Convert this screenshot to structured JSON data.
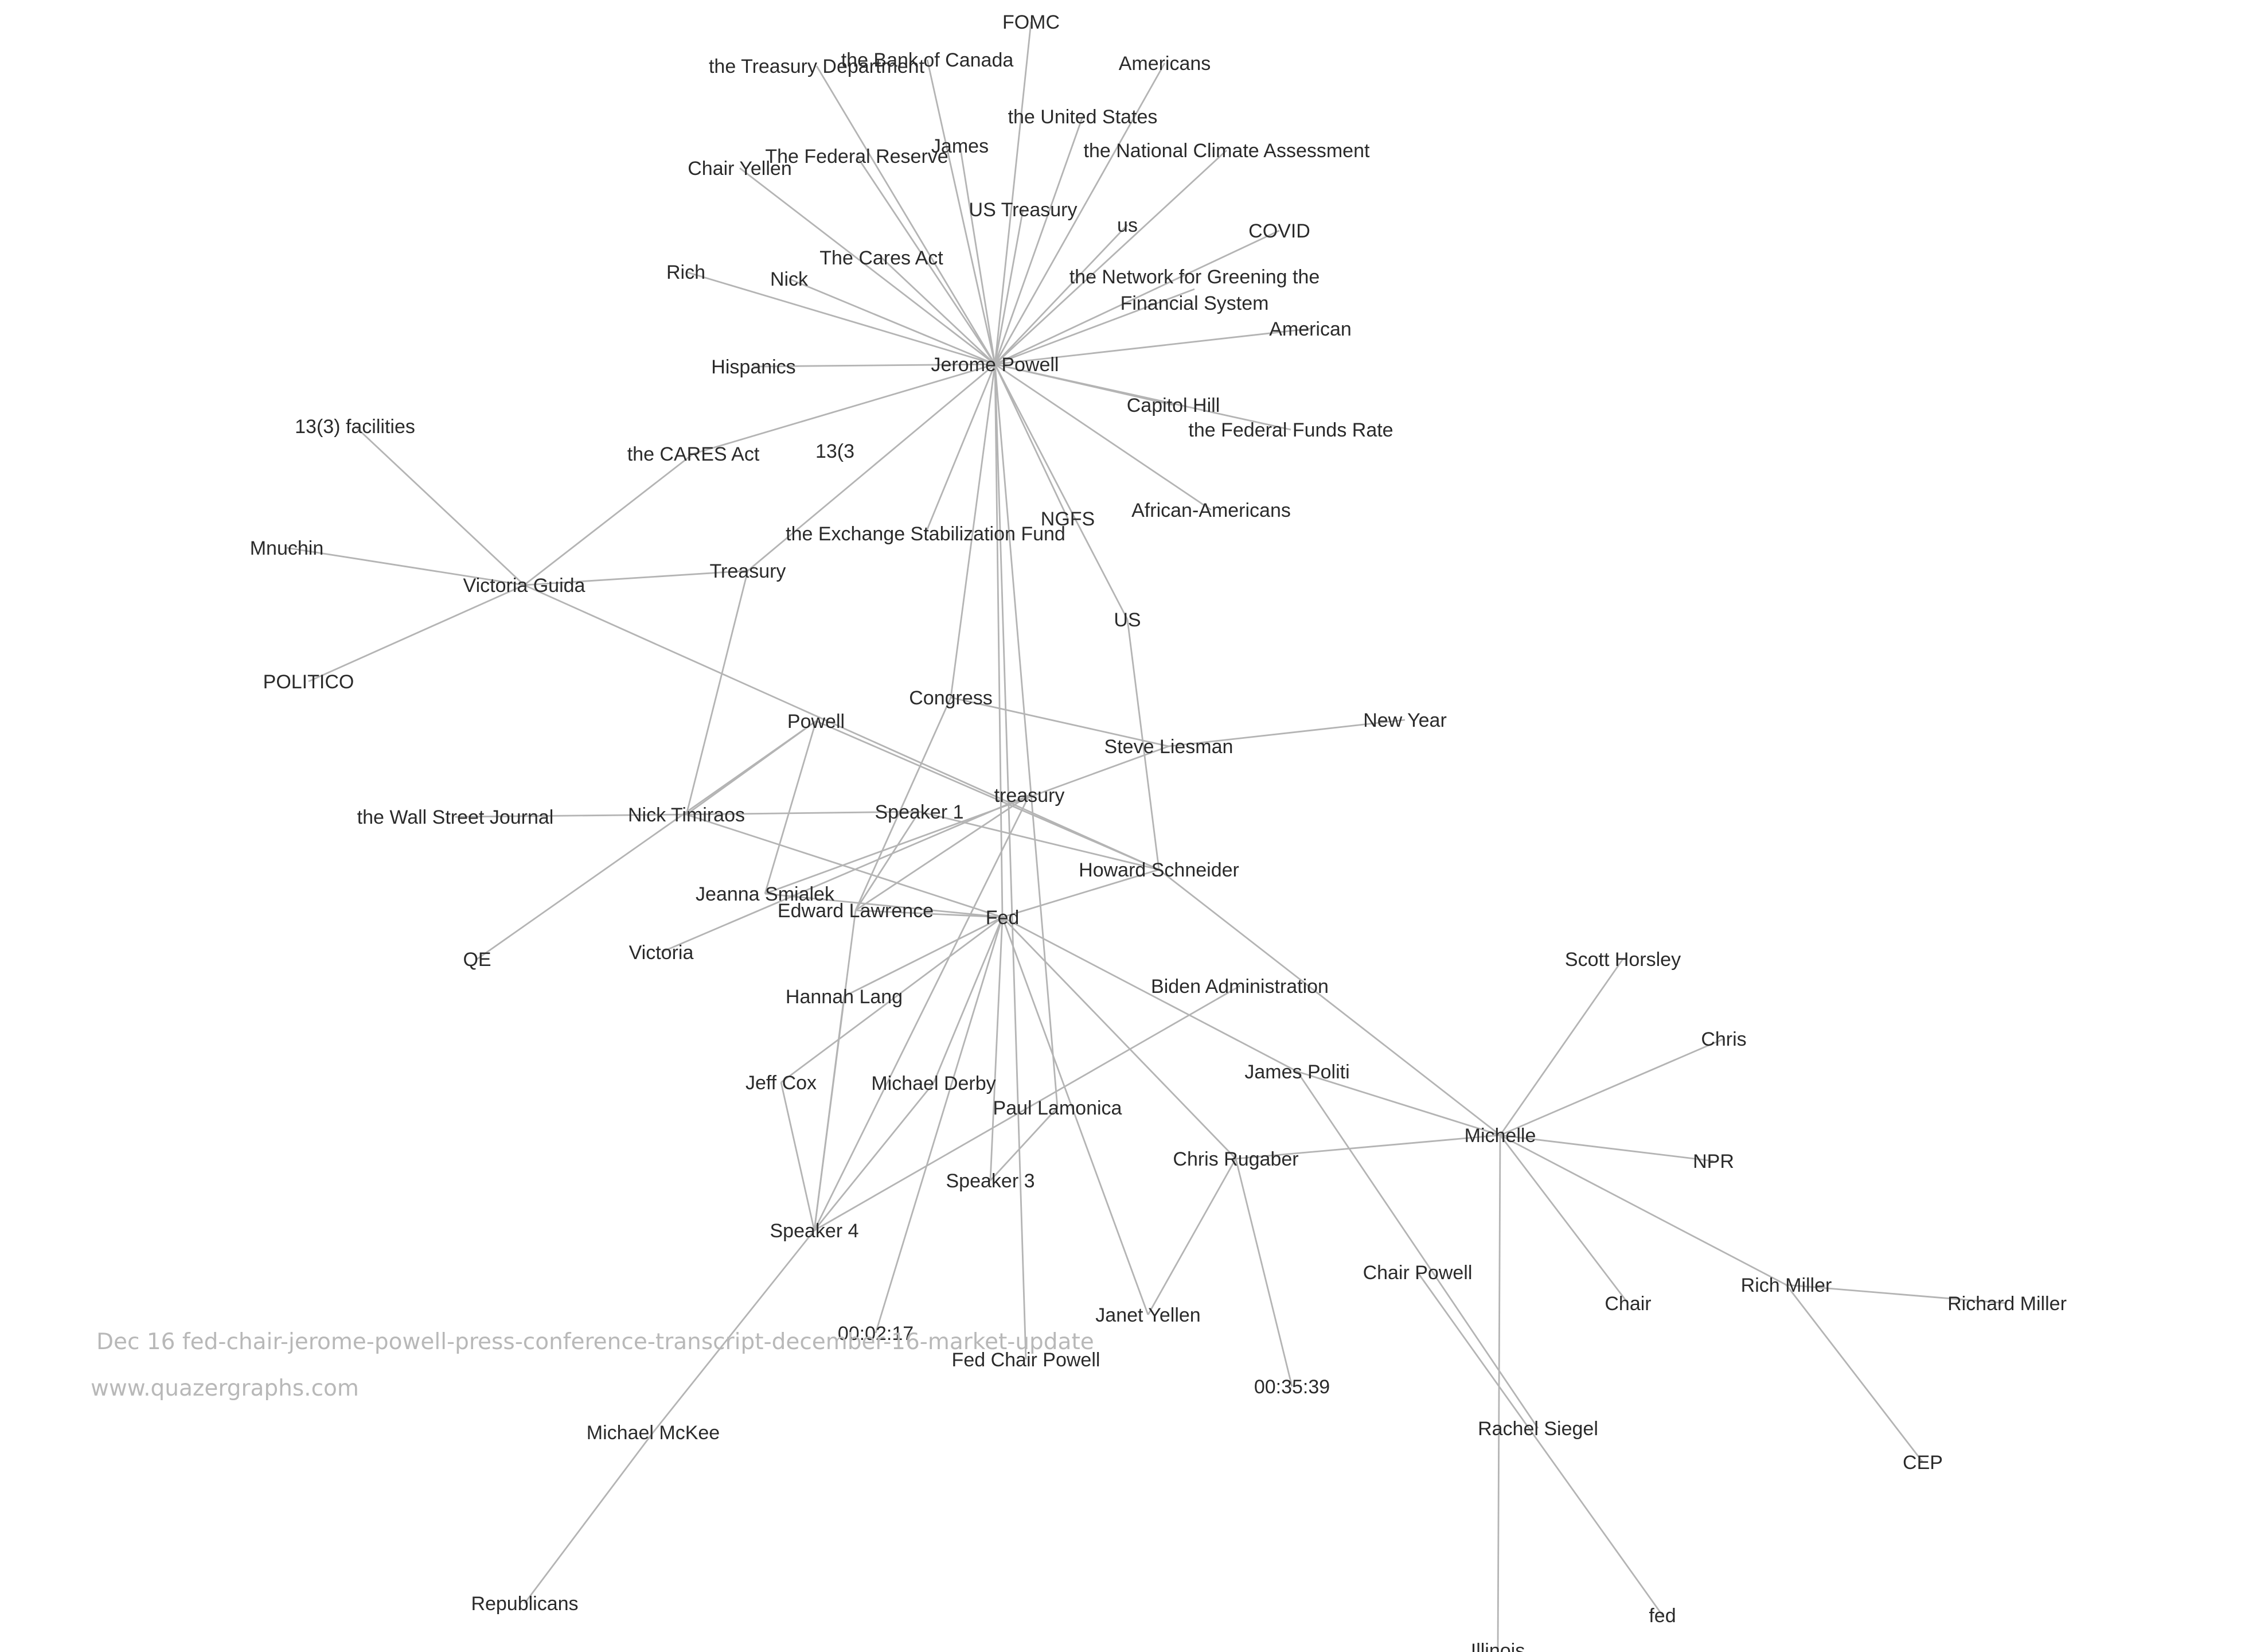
{
  "graph": {
    "nodes": [
      {
        "id": "FOMC",
        "label": "FOMC"
      },
      {
        "id": "bankcanada",
        "label": "the Bank of Canada"
      },
      {
        "id": "treasurydept",
        "label": "the Treasury Department"
      },
      {
        "id": "americans",
        "label": "Americans"
      },
      {
        "id": "unitedstates",
        "label": "the United States"
      },
      {
        "id": "james",
        "label": "James"
      },
      {
        "id": "fedreserve",
        "label": "The Federal Reserve"
      },
      {
        "id": "nca",
        "label": "the National Climate Assessment"
      },
      {
        "id": "chairyellen",
        "label": "Chair Yellen"
      },
      {
        "id": "ustreasury",
        "label": "US Treasury"
      },
      {
        "id": "us_lower",
        "label": "us"
      },
      {
        "id": "covid",
        "label": "COVID"
      },
      {
        "id": "caresact_t",
        "label": "The Cares Act"
      },
      {
        "id": "rich",
        "label": "Rich"
      },
      {
        "id": "nick",
        "label": "Nick"
      },
      {
        "id": "ngfs_full",
        "label": "the Network for Greening the Financial System"
      },
      {
        "id": "american",
        "label": "American"
      },
      {
        "id": "hispanics",
        "label": "Hispanics"
      },
      {
        "id": "powell_j",
        "label": "Jerome Powell"
      },
      {
        "id": "capitolhill",
        "label": "Capitol Hill"
      },
      {
        "id": "fedfunds",
        "label": "the Federal Funds Rate"
      },
      {
        "id": "facilities",
        "label": "13(3) facilities"
      },
      {
        "id": "caresact",
        "label": "the CARES Act"
      },
      {
        "id": "s133",
        "label": "13(3"
      },
      {
        "id": "africanam",
        "label": "African-Americans"
      },
      {
        "id": "ngfs",
        "label": "NGFS"
      },
      {
        "id": "esf",
        "label": "the Exchange Stabilization Fund"
      },
      {
        "id": "mnuchin",
        "label": "Mnuchin"
      },
      {
        "id": "treasury_cap",
        "label": "Treasury"
      },
      {
        "id": "guida",
        "label": "Victoria Guida"
      },
      {
        "id": "us_upper",
        "label": "US"
      },
      {
        "id": "politico",
        "label": "POLITICO"
      },
      {
        "id": "congress",
        "label": "Congress"
      },
      {
        "id": "newyear",
        "label": "New Year"
      },
      {
        "id": "powell",
        "label": "Powell"
      },
      {
        "id": "liesman",
        "label": "Steve Liesman"
      },
      {
        "id": "treasury_low",
        "label": "treasury"
      },
      {
        "id": "wsj",
        "label": "the Wall Street Journal"
      },
      {
        "id": "timiraos",
        "label": "Nick Timiraos"
      },
      {
        "id": "speaker1",
        "label": "Speaker 1"
      },
      {
        "id": "schneider",
        "label": "Howard Schneider"
      },
      {
        "id": "smialek",
        "label": "Jeanna Smialek"
      },
      {
        "id": "lawrence",
        "label": "Edward Lawrence"
      },
      {
        "id": "fed",
        "label": "Fed"
      },
      {
        "id": "qe",
        "label": "QE"
      },
      {
        "id": "victoria",
        "label": "Victoria"
      },
      {
        "id": "horsley",
        "label": "Scott Horsley"
      },
      {
        "id": "biden",
        "label": "Biden Administration"
      },
      {
        "id": "lang",
        "label": "Hannah Lang"
      },
      {
        "id": "chris",
        "label": "Chris"
      },
      {
        "id": "politi",
        "label": "James Politi"
      },
      {
        "id": "cox",
        "label": "Jeff Cox"
      },
      {
        "id": "derby",
        "label": "Michael Derby"
      },
      {
        "id": "lamonica",
        "label": "Paul Lamonica"
      },
      {
        "id": "michelle",
        "label": "Michelle"
      },
      {
        "id": "rugaber",
        "label": "Chris Rugaber"
      },
      {
        "id": "npr",
        "label": "NPR"
      },
      {
        "id": "speaker3",
        "label": "Speaker 3"
      },
      {
        "id": "speaker4",
        "label": "Speaker 4"
      },
      {
        "id": "chairpowell",
        "label": "Chair Powell"
      },
      {
        "id": "rmiller",
        "label": "Rich Miller"
      },
      {
        "id": "chair",
        "label": "Chair"
      },
      {
        "id": "richardmiller",
        "label": "Richard Miller"
      },
      {
        "id": "yellen",
        "label": "Janet Yellen"
      },
      {
        "id": "t0217",
        "label": "00:02:17"
      },
      {
        "id": "fedchair",
        "label": "Fed Chair Powell"
      },
      {
        "id": "t3539",
        "label": "00:35:39"
      },
      {
        "id": "mckee",
        "label": "Michael McKee"
      },
      {
        "id": "siegel",
        "label": "Rachel Siegel"
      },
      {
        "id": "cep",
        "label": "CEP"
      },
      {
        "id": "republicans",
        "label": "Republicans"
      },
      {
        "id": "fed_low",
        "label": "fed"
      },
      {
        "id": "illinois",
        "label": "Illinois"
      }
    ],
    "edges": [
      [
        "powell_j",
        "FOMC"
      ],
      [
        "powell_j",
        "bankcanada"
      ],
      [
        "powell_j",
        "treasurydept"
      ],
      [
        "powell_j",
        "americans"
      ],
      [
        "powell_j",
        "unitedstates"
      ],
      [
        "powell_j",
        "james"
      ],
      [
        "powell_j",
        "fedreserve"
      ],
      [
        "powell_j",
        "nca"
      ],
      [
        "powell_j",
        "chairyellen"
      ],
      [
        "powell_j",
        "ustreasury"
      ],
      [
        "powell_j",
        "us_lower"
      ],
      [
        "powell_j",
        "covid"
      ],
      [
        "powell_j",
        "caresact_t"
      ],
      [
        "powell_j",
        "rich"
      ],
      [
        "powell_j",
        "nick"
      ],
      [
        "powell_j",
        "ngfs_full"
      ],
      [
        "powell_j",
        "american"
      ],
      [
        "powell_j",
        "hispanics"
      ],
      [
        "powell_j",
        "capitolhill"
      ],
      [
        "powell_j",
        "fedfunds"
      ],
      [
        "powell_j",
        "caresact"
      ],
      [
        "powell_j",
        "treasury_cap"
      ],
      [
        "powell_j",
        "africanam"
      ],
      [
        "powell_j",
        "ngfs"
      ],
      [
        "powell_j",
        "esf"
      ],
      [
        "powell_j",
        "us_upper"
      ],
      [
        "powell_j",
        "congress"
      ],
      [
        "powell_j",
        "fed"
      ],
      [
        "powell_j",
        "lamonica"
      ],
      [
        "powell_j",
        "fedchair"
      ],
      [
        "guida",
        "facilities"
      ],
      [
        "guida",
        "caresact"
      ],
      [
        "guida",
        "mnuchin"
      ],
      [
        "guida",
        "treasury_cap"
      ],
      [
        "guida",
        "politico"
      ],
      [
        "guida",
        "schneider"
      ],
      [
        "treasury_cap",
        "timiraos"
      ],
      [
        "us_upper",
        "schneider"
      ],
      [
        "congress",
        "lawrence"
      ],
      [
        "congress",
        "liesman"
      ],
      [
        "liesman",
        "newyear"
      ],
      [
        "liesman",
        "smialek"
      ],
      [
        "powell",
        "timiraos"
      ],
      [
        "powell",
        "qe"
      ],
      [
        "powell",
        "smialek"
      ],
      [
        "powell",
        "schneider"
      ],
      [
        "timiraos",
        "wsj"
      ],
      [
        "timiraos",
        "speaker1"
      ],
      [
        "timiraos",
        "fed"
      ],
      [
        "speaker1",
        "schneider"
      ],
      [
        "speaker1",
        "lawrence"
      ],
      [
        "treasury_low",
        "lawrence"
      ],
      [
        "treasury_low",
        "speaker4"
      ],
      [
        "treasury_low",
        "victoria"
      ],
      [
        "schneider",
        "fed"
      ],
      [
        "schneider",
        "michelle"
      ],
      [
        "fed",
        "lawrence"
      ],
      [
        "fed",
        "smialek"
      ],
      [
        "fed",
        "lang"
      ],
      [
        "fed",
        "cox"
      ],
      [
        "fed",
        "derby"
      ],
      [
        "fed",
        "speaker3"
      ],
      [
        "fed",
        "politi"
      ],
      [
        "fed",
        "rugaber"
      ],
      [
        "fed",
        "yellen"
      ],
      [
        "fed",
        "t0217"
      ],
      [
        "lawrence",
        "speaker4"
      ],
      [
        "lang",
        "speaker4"
      ],
      [
        "cox",
        "speaker4"
      ],
      [
        "derby",
        "speaker4"
      ],
      [
        "speaker3",
        "lamonica"
      ],
      [
        "biden",
        "speaker4"
      ],
      [
        "speaker4",
        "mckee"
      ],
      [
        "mckee",
        "republicans"
      ],
      [
        "politi",
        "siegel"
      ],
      [
        "politi",
        "michelle"
      ],
      [
        "rugaber",
        "yellen"
      ],
      [
        "rugaber",
        "t3539"
      ],
      [
        "rugaber",
        "michelle"
      ],
      [
        "michelle",
        "horsley"
      ],
      [
        "michelle",
        "chris"
      ],
      [
        "michelle",
        "npr"
      ],
      [
        "michelle",
        "chair"
      ],
      [
        "michelle",
        "rmiller"
      ],
      [
        "michelle",
        "illinois"
      ],
      [
        "rmiller",
        "richardmiller"
      ],
      [
        "rmiller",
        "cep"
      ],
      [
        "chairpowell",
        "fed_low"
      ]
    ]
  },
  "footer": {
    "title": "Dec 16 fed-chair-jerome-powell-press-conference-transcript-december-16-market-update",
    "url": "www.quazergraphs.com"
  }
}
